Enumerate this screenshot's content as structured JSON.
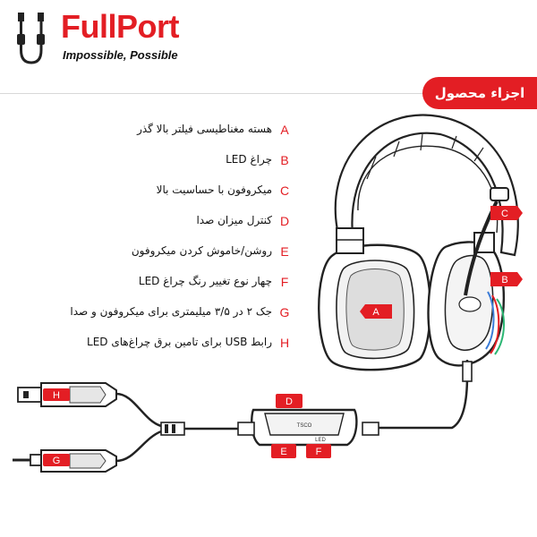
{
  "brand": {
    "name": "FullPort",
    "tagline": "Impossible, Possible",
    "accent": "#e31e24"
  },
  "section": {
    "title": "اجزاء محصول"
  },
  "parts": [
    {
      "letter": "A",
      "text": "هسته مغناطیسی فیلتر بالا گذر"
    },
    {
      "letter": "B",
      "text": "چراغ LED"
    },
    {
      "letter": "C",
      "text": "میکروفون با حساسیت بالا"
    },
    {
      "letter": "D",
      "text": "کنترل میزان صدا"
    },
    {
      "letter": "E",
      "text": "روشن/خاموش کردن میکروفون"
    },
    {
      "letter": "F",
      "text": "چهار نوع تغییر رنگ چراغ LED"
    },
    {
      "letter": "G",
      "text": "جک ۲ در ۳/۵ میلیمتری برای میکروفون و صدا"
    },
    {
      "letter": "H",
      "text": "رابط USB برای تامین برق چراغ‌های LED"
    }
  ],
  "diagram": {
    "badges": {
      "a": "A",
      "b": "B",
      "c": "C",
      "d": "D",
      "e": "E",
      "f": "F",
      "g": "G",
      "h": "H"
    },
    "control_brand": "TSCO",
    "control_led": "LED"
  }
}
